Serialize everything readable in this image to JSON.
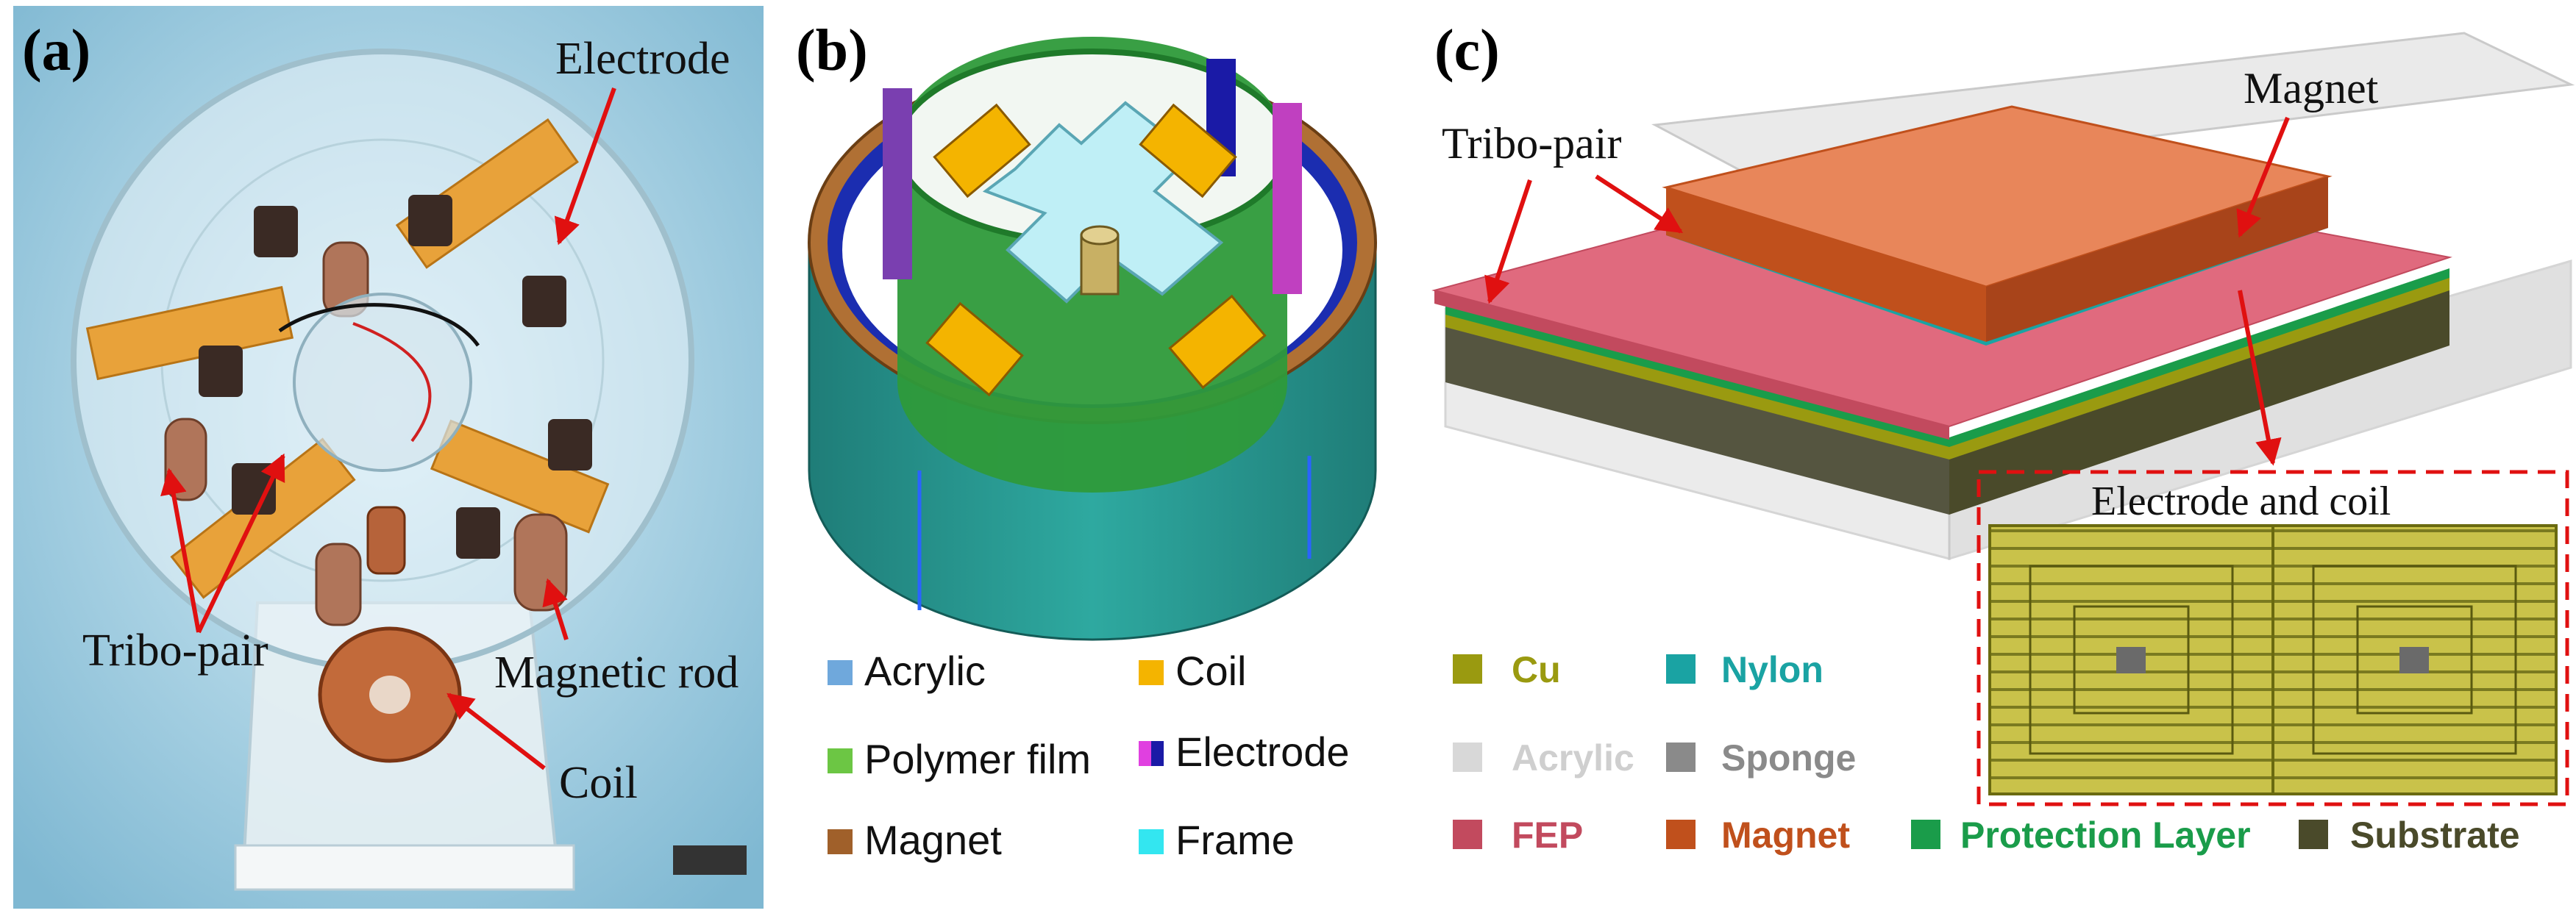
{
  "panel_a": {
    "tag": "(a)",
    "labels": {
      "electrode": "Electrode",
      "tribo_pair": "Tribo-pair",
      "magnetic_rod": "Magnetic rod",
      "coil": "Coil"
    }
  },
  "panel_b": {
    "tag": "(b)",
    "legend": [
      {
        "label": "Acrylic",
        "color": "#6fa8dc"
      },
      {
        "label": "Coil",
        "color": "#f4b400"
      },
      {
        "label": "Polymer film",
        "color": "#6cc644"
      },
      {
        "label": "Electrode",
        "colors": [
          "#e040e0",
          "#1a1aa6"
        ]
      },
      {
        "label": "Magnet",
        "color": "#a0602a"
      },
      {
        "label": "Frame",
        "color": "#33e6f0"
      }
    ]
  },
  "panel_c": {
    "tag": "(c)",
    "labels": {
      "magnet": "Magnet",
      "tribo_pair": "Tribo-pair",
      "inset_title": "Electrode and coil"
    },
    "legend": [
      {
        "label": "Cu",
        "color": "#9a9a10"
      },
      {
        "label": "Nylon",
        "color": "#1aa3a3"
      },
      {
        "label": "Acrylic",
        "color": "#d8d8d8"
      },
      {
        "label": "Sponge",
        "color": "#8a8a8a"
      },
      {
        "label": "FEP",
        "color": "#c24a5e"
      },
      {
        "label": "Magnet",
        "color": "#c0501c"
      },
      {
        "label": "Protection Layer",
        "color": "#1a9c4a"
      },
      {
        "label": "Substrate",
        "color": "#4a4a2a"
      }
    ]
  }
}
